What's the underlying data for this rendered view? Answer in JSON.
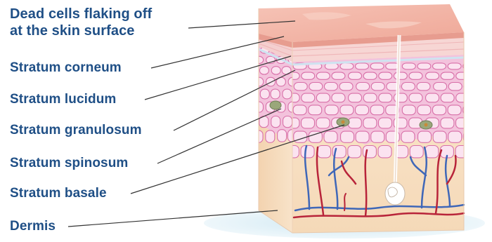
{
  "labels": {
    "dead_cells_line1": "Dead cells flaking off",
    "dead_cells_line2": "at the skin surface",
    "stratum_corneum": "Stratum corneum",
    "stratum_lucidum": "Stratum lucidum",
    "stratum_granulosum": "Stratum granulosum",
    "stratum_spinosum": "Stratum spinosum",
    "stratum_basale": "Stratum basale",
    "dermis": "Dermis"
  },
  "colors": {
    "label_text": "#1f4f86",
    "leader_line": "#333333",
    "surface": "#f2b7a8",
    "corneum": "#f7cfd0",
    "cell_fill": "#fbe3f0",
    "cell_border": "#d86fa8",
    "dermis": "#f9e0c4",
    "vein": "#3f67b8",
    "artery": "#b8243a",
    "shadow": "#d7ecf4"
  }
}
